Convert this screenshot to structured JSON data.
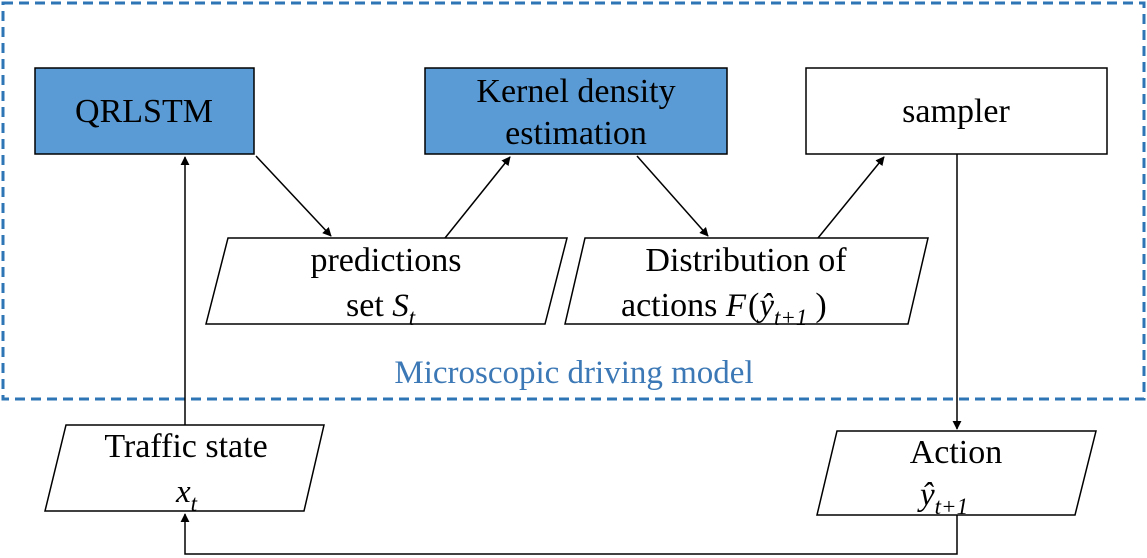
{
  "container": {
    "label": "Microscopic driving model",
    "border_color": "#2E75B6"
  },
  "colors": {
    "filled_box": "#5B9BD5",
    "stroke": "#000000",
    "label_color": "#3B78B5"
  },
  "boxes": {
    "qrlstm": {
      "label": "QRLSTM"
    },
    "kde": {
      "line1": "Kernel density",
      "line2": "estimation"
    },
    "sampler": {
      "label": "sampler"
    }
  },
  "parallelograms": {
    "predictions": {
      "line1": "predictions",
      "line2_prefix": "set ",
      "symbol": "S",
      "subscript": "t"
    },
    "distribution": {
      "line1": "Distribution of",
      "line2_prefix": "actions ",
      "func": "F",
      "open": "(",
      "symbol": "ŷ",
      "subscript": "t+1",
      "close": ")"
    },
    "traffic_state": {
      "line1": "Traffic state",
      "symbol": "x",
      "subscript": "t"
    },
    "action": {
      "line1": "Action",
      "symbol": "ŷ",
      "subscript": "t+1"
    }
  }
}
